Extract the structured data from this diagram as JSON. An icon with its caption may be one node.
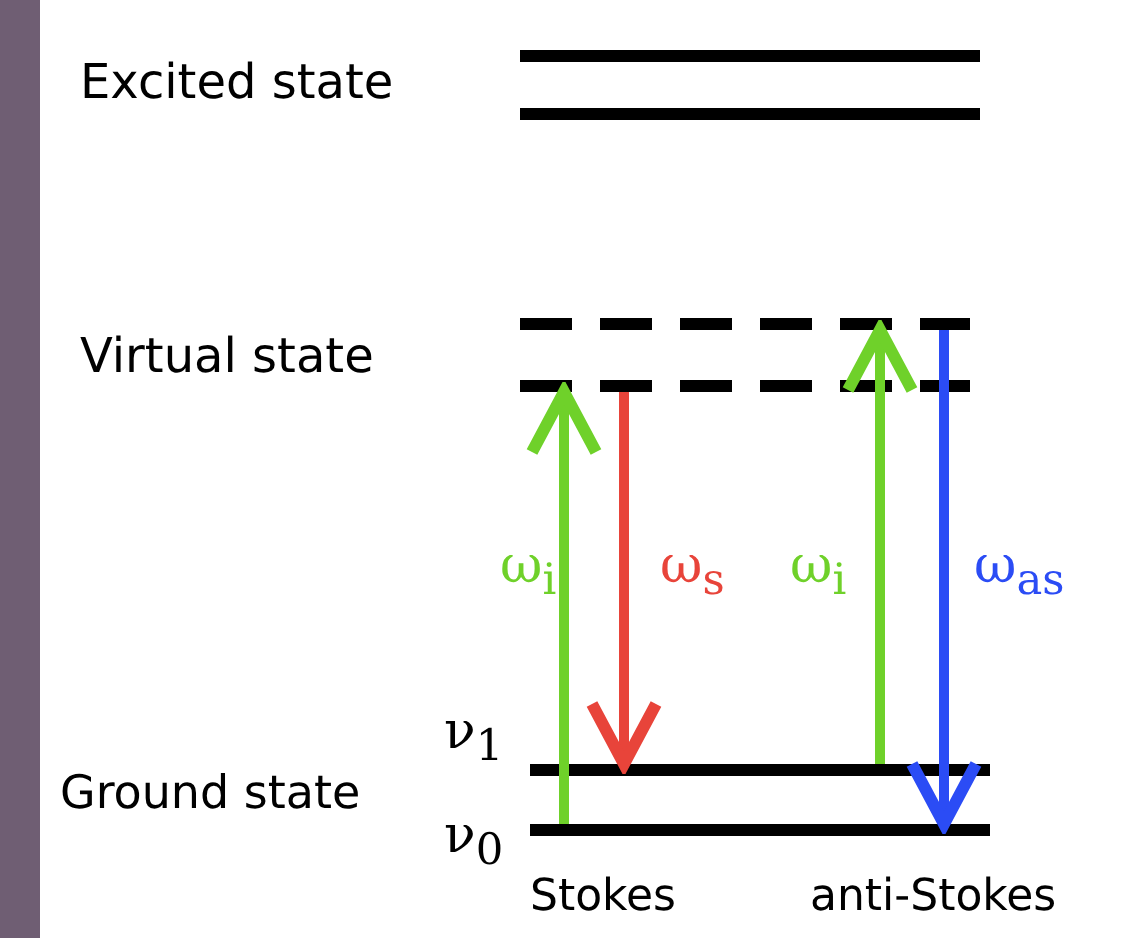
{
  "diagram": {
    "nodes": [
      {
        "text": [],
        "shape": "bar"
      },
      {
        "text": [],
        "shape": "bar"
      },
      {
        "text": [],
        "shape": "bar"
      },
      {
        "text": [],
        "shape": "bar"
      },
      {
        "text": [],
        "shape": "bar"
      },
      {
        "text": [],
        "shape": "bar"
      }
    ],
    "edges": [
      {
        "from": 5,
        "to": 3,
        "arrow": "to",
        "label": "ω$_{i}$",
        "color": "#6fd12a"
      },
      {
        "from": 3,
        "to": 4,
        "arrow": "to",
        "label": "ω$_{s}$",
        "color": "#e8443a"
      },
      {
        "from": 4,
        "to": 2,
        "arrow": "to",
        "label": "ω$_{i}$",
        "color": "#6fd12a"
      },
      {
        "from": 2,
        "to": 5,
        "arrow": "to",
        "label": "ω$_{as}$",
        "color": "#2b4cf5"
      }
    ],
    "labels": [
      "Excited state",
      "Virtual state",
      "ν$_{1}$",
      "Ground state",
      "ν$_{0}$",
      "Stokes",
      "anti-Stokes"
    ]
  }
}
